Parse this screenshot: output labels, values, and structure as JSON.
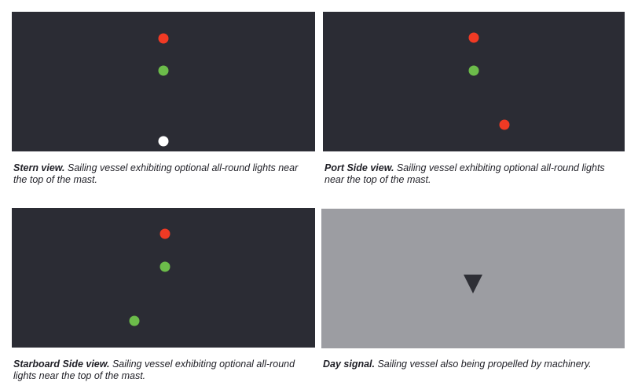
{
  "colors": {
    "night_panel": "#2b2c34",
    "day_panel": "#9c9da2",
    "red_light": "#f03a24",
    "green_light": "#6cbc4a",
    "white_light": "#ffffff",
    "day_shape": "#2e2f36"
  },
  "panels": [
    {
      "title": "Stern view.",
      "description": " Sailing vessel exhibiting optional all-round lights near the top of the mast.",
      "lights": [
        "red",
        "green",
        "white"
      ]
    },
    {
      "title": "Port Side view.",
      "description": " Sailing vessel exhibiting optional all-round lights near the top of the mast.",
      "lights": [
        "red",
        "green",
        "red"
      ]
    },
    {
      "title": "Starboard Side view.",
      "description": " Sailing vessel exhibiting optional all-round lights near the top of the mast.",
      "lights": [
        "red",
        "green",
        "green"
      ]
    },
    {
      "title": "Day signal.",
      "description": " Sailing vessel also being propelled by machinery.",
      "shape": "cone-point-down-icon"
    }
  ]
}
